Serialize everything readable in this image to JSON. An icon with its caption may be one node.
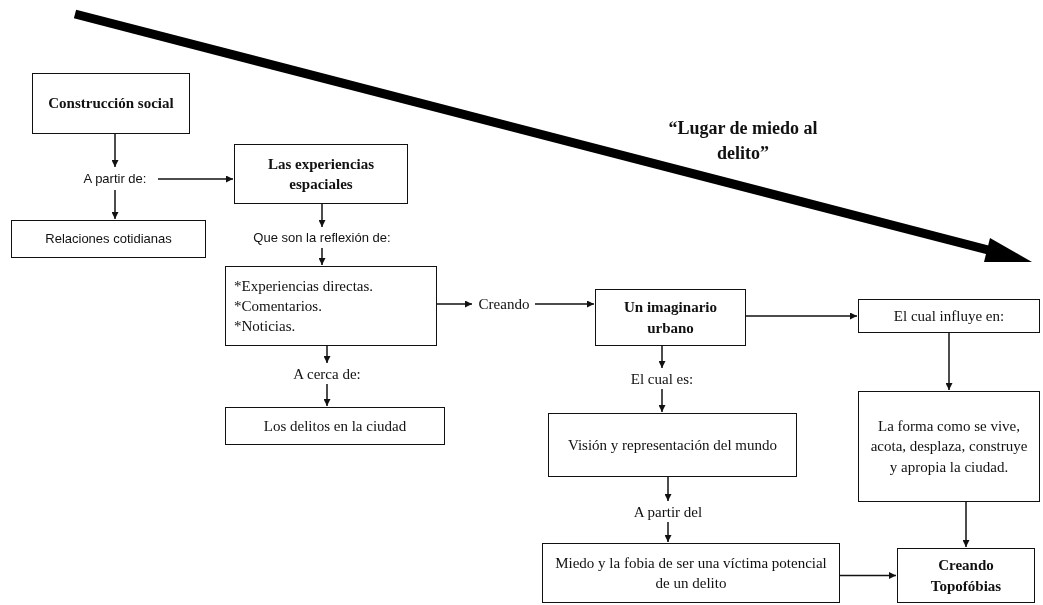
{
  "diagram": {
    "nodes": [
      {
        "text": [
          "Construcción social"
        ]
      },
      {
        "text": [
          "A partir de:"
        ]
      },
      {
        "text": [
          "Relaciones cotidianas"
        ]
      },
      {
        "text": [
          "Las experiencias espaciales"
        ]
      },
      {
        "text": [
          "Que son la reflexión de:"
        ]
      },
      {
        "text": [
          "*Experiencias directas.",
          "*Comentarios.",
          "*Noticias."
        ]
      },
      {
        "text": [
          "A cerca de:"
        ]
      },
      {
        "text": [
          "Los delitos en la ciudad"
        ]
      },
      {
        "text": [
          "Creando"
        ]
      },
      {
        "text": [
          "Un imaginario urbano"
        ]
      },
      {
        "text": [
          "El cual es:"
        ]
      },
      {
        "text": [
          "Visión y representación del mundo"
        ]
      },
      {
        "text": [
          "A partir del"
        ]
      },
      {
        "text": [
          "Miedo y la fobia de ser una víctima potencial de un delito"
        ]
      },
      {
        "text": [
          "El cual influye en:"
        ]
      },
      {
        "text": [
          "La forma como se vive, acota, desplaza, construye y apropia la ciudad."
        ]
      },
      {
        "text": [
          "Creando Topofóbias"
        ]
      }
    ],
    "edges": [
      {
        "from": 0,
        "to": 1,
        "arrow": "to"
      },
      {
        "from": 1,
        "to": 2,
        "arrow": "to"
      },
      {
        "from": 1,
        "to": 3,
        "arrow": "to"
      },
      {
        "from": 3,
        "to": 4,
        "arrow": "to"
      },
      {
        "from": 4,
        "to": 5,
        "arrow": "to"
      },
      {
        "from": 5,
        "to": 8,
        "arrow": "to"
      },
      {
        "from": 8,
        "to": 9,
        "arrow": "to"
      },
      {
        "from": 5,
        "to": 6,
        "arrow": "to"
      },
      {
        "from": 6,
        "to": 7,
        "arrow": "to"
      },
      {
        "from": 9,
        "to": 10,
        "arrow": "to"
      },
      {
        "from": 10,
        "to": 11,
        "arrow": "to"
      },
      {
        "from": 11,
        "to": 12,
        "arrow": "to"
      },
      {
        "from": 12,
        "to": 13,
        "arrow": "to"
      },
      {
        "from": 9,
        "to": 14,
        "arrow": "to"
      },
      {
        "from": 14,
        "to": 15,
        "arrow": "to"
      },
      {
        "from": 15,
        "to": 16,
        "arrow": "to"
      },
      {
        "from": 13,
        "to": 16,
        "arrow": "to"
      }
    ],
    "labels": [
      "“Lugar de miedo al delito”"
    ]
  }
}
